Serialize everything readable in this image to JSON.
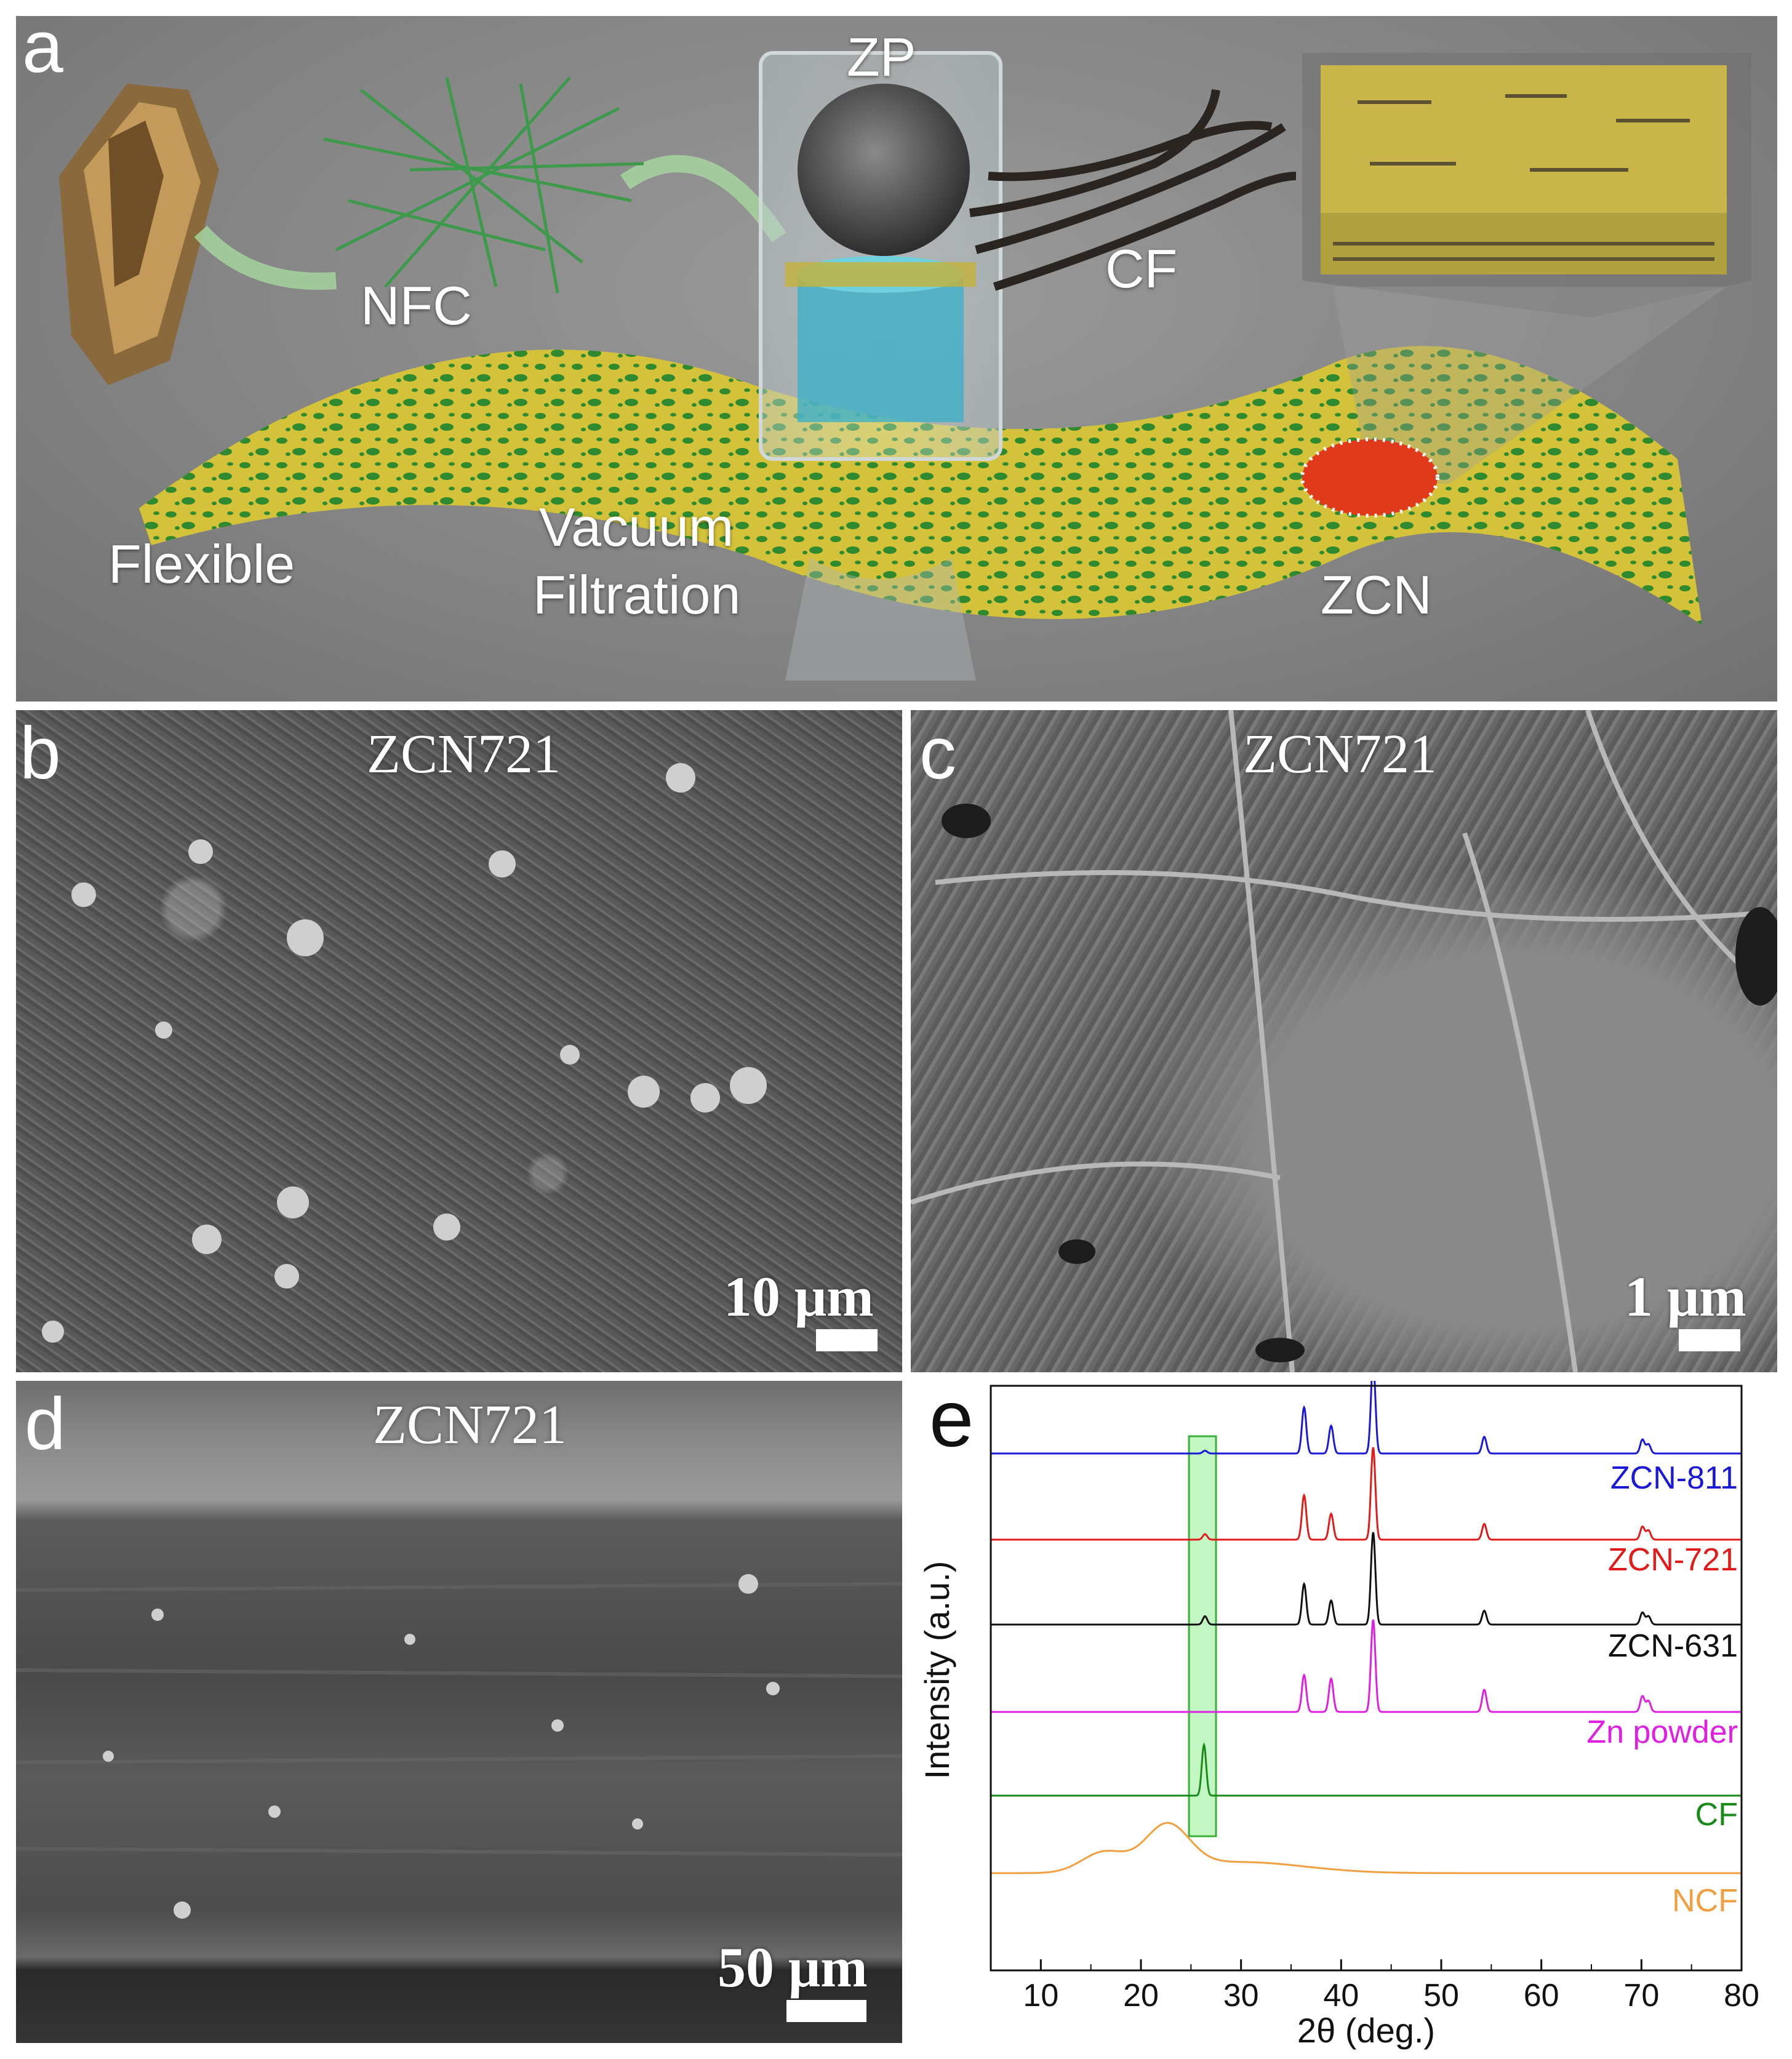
{
  "panel_a": {
    "letter": "a",
    "labels": {
      "zp": "ZP",
      "nfc": "NFC",
      "cf": "CF",
      "flexible": "Flexible",
      "vacuum": "Vacuum",
      "filtration": "Filtration",
      "zcn": "ZCN"
    }
  },
  "panel_b": {
    "letter": "b",
    "caption": "ZCN721",
    "scale": "10 μm"
  },
  "panel_c": {
    "letter": "c",
    "caption": "ZCN721",
    "scale": "1 μm"
  },
  "panel_d": {
    "letter": "d",
    "caption": "ZCN721",
    "scale": "50 μm"
  },
  "panel_e": {
    "letter": "e"
  },
  "chart_data": {
    "type": "line",
    "xlabel": "2θ (deg.)",
    "ylabel": "Intensity (a.u.)",
    "xlim": [
      5,
      80
    ],
    "xticks": [
      10,
      20,
      30,
      40,
      50,
      60,
      70,
      80
    ],
    "highlight_band": {
      "x": [
        24.8,
        27.5
      ],
      "color": "#90ee90"
    },
    "series": [
      {
        "name": "ZCN-811",
        "color": "#1a1ad6",
        "peaks": [
          [
            26.4,
            0.03
          ],
          [
            36.3,
            0.5
          ],
          [
            39.0,
            0.3
          ],
          [
            43.2,
            1.0
          ],
          [
            54.3,
            0.18
          ],
          [
            70.1,
            0.15
          ],
          [
            70.7,
            0.1
          ]
        ]
      },
      {
        "name": "ZCN-721",
        "color": "#e11a1a",
        "peaks": [
          [
            26.4,
            0.06
          ],
          [
            36.3,
            0.48
          ],
          [
            39.0,
            0.28
          ],
          [
            43.2,
            1.0
          ],
          [
            54.3,
            0.17
          ],
          [
            70.1,
            0.14
          ],
          [
            70.7,
            0.1
          ]
        ]
      },
      {
        "name": "ZCN-631",
        "color": "#111111",
        "peaks": [
          [
            26.4,
            0.09
          ],
          [
            36.3,
            0.44
          ],
          [
            39.0,
            0.26
          ],
          [
            43.2,
            1.0
          ],
          [
            54.3,
            0.15
          ],
          [
            70.1,
            0.13
          ],
          [
            70.7,
            0.09
          ]
        ]
      },
      {
        "name": "Zn powder",
        "color": "#e020e0",
        "peaks": [
          [
            36.3,
            0.4
          ],
          [
            39.0,
            0.36
          ],
          [
            43.2,
            1.0
          ],
          [
            54.3,
            0.24
          ],
          [
            70.1,
            0.17
          ],
          [
            70.7,
            0.12
          ]
        ]
      },
      {
        "name": "CF",
        "color": "#1a8a1a",
        "peaks": [
          [
            26.3,
            0.55
          ]
        ]
      },
      {
        "name": "NCF",
        "color": "#f0a040",
        "peaks": [
          [
            16.3,
            0.22
          ],
          [
            22.6,
            0.48
          ]
        ]
      }
    ]
  }
}
